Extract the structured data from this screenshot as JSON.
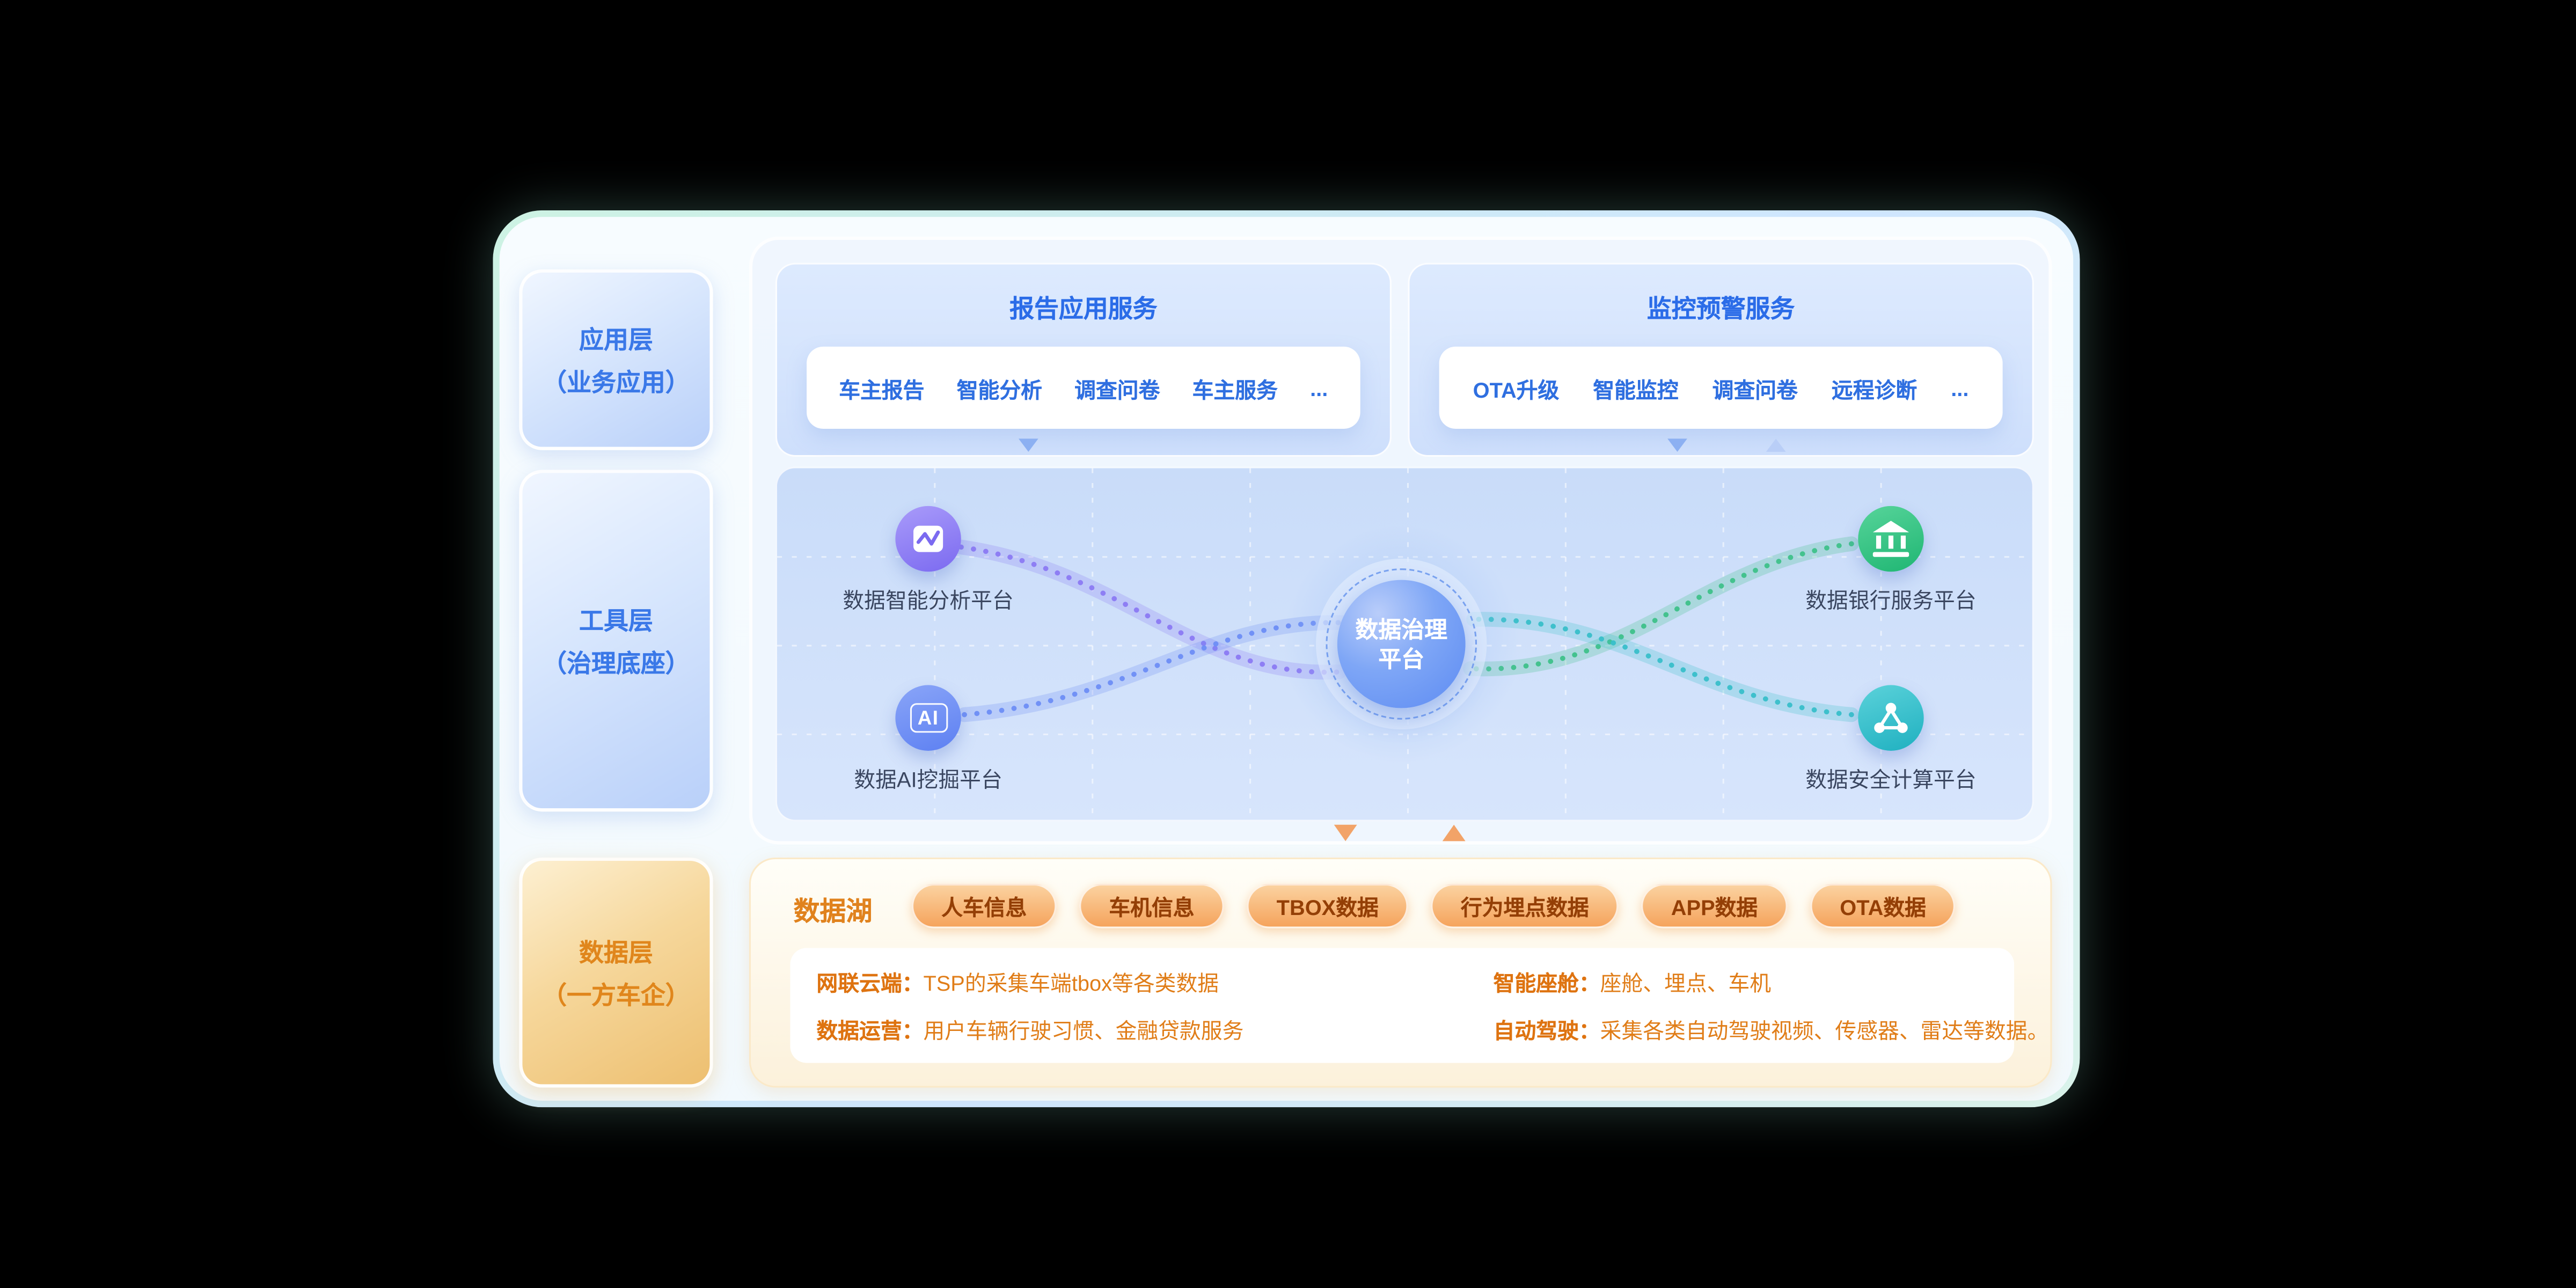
{
  "layers": {
    "app": {
      "line1": "应用层",
      "line2": "（业务应用）"
    },
    "tool": {
      "line1": "工具层",
      "line2": "（治理底座）"
    },
    "data": {
      "line1": "数据层",
      "line2": "（一方车企）"
    }
  },
  "report_service": {
    "title": "报告应用服务",
    "items": [
      "车主报告",
      "智能分析",
      "调查问卷",
      "车主服务",
      "..."
    ]
  },
  "monitor_service": {
    "title": "监控预警服务",
    "items": [
      "OTA升级",
      "智能监控",
      "调查问卷",
      "远程诊断",
      "..."
    ]
  },
  "network": {
    "center_line1": "数据治理",
    "center_line2": "平台",
    "nodes": {
      "analysis": {
        "label": "数据智能分析平台"
      },
      "ai": {
        "label": "数据AI挖掘平台",
        "glyph": "AI"
      },
      "bank": {
        "label": "数据银行服务平台"
      },
      "secure": {
        "label": "数据安全计算平台"
      }
    }
  },
  "data_lake": {
    "title": "数据湖",
    "tags": [
      "人车信息",
      "车机信息",
      "TBOX数据",
      "行为埋点数据",
      "APP数据",
      "OTA数据"
    ],
    "details": {
      "left": [
        {
          "label": "网联云端：",
          "text": "TSP的采集车端tbox等各类数据"
        },
        {
          "label": "数据运营：",
          "text": "用户车辆行驶习惯、金融贷款服务"
        }
      ],
      "right": [
        {
          "label": "智能座舱：",
          "text": "座舱、埋点、车机"
        },
        {
          "label": "自动驾驶：",
          "text": "采集各类自动驾驶视频、传感器、雷达等数据。"
        }
      ]
    }
  },
  "colors": {
    "accent_blue": "#2b6ce8",
    "accent_orange": "#e0821d",
    "node_purple": "#8b7af3",
    "node_blue": "#6d8df5",
    "node_green": "#3ec189",
    "node_teal": "#38bfc9"
  }
}
